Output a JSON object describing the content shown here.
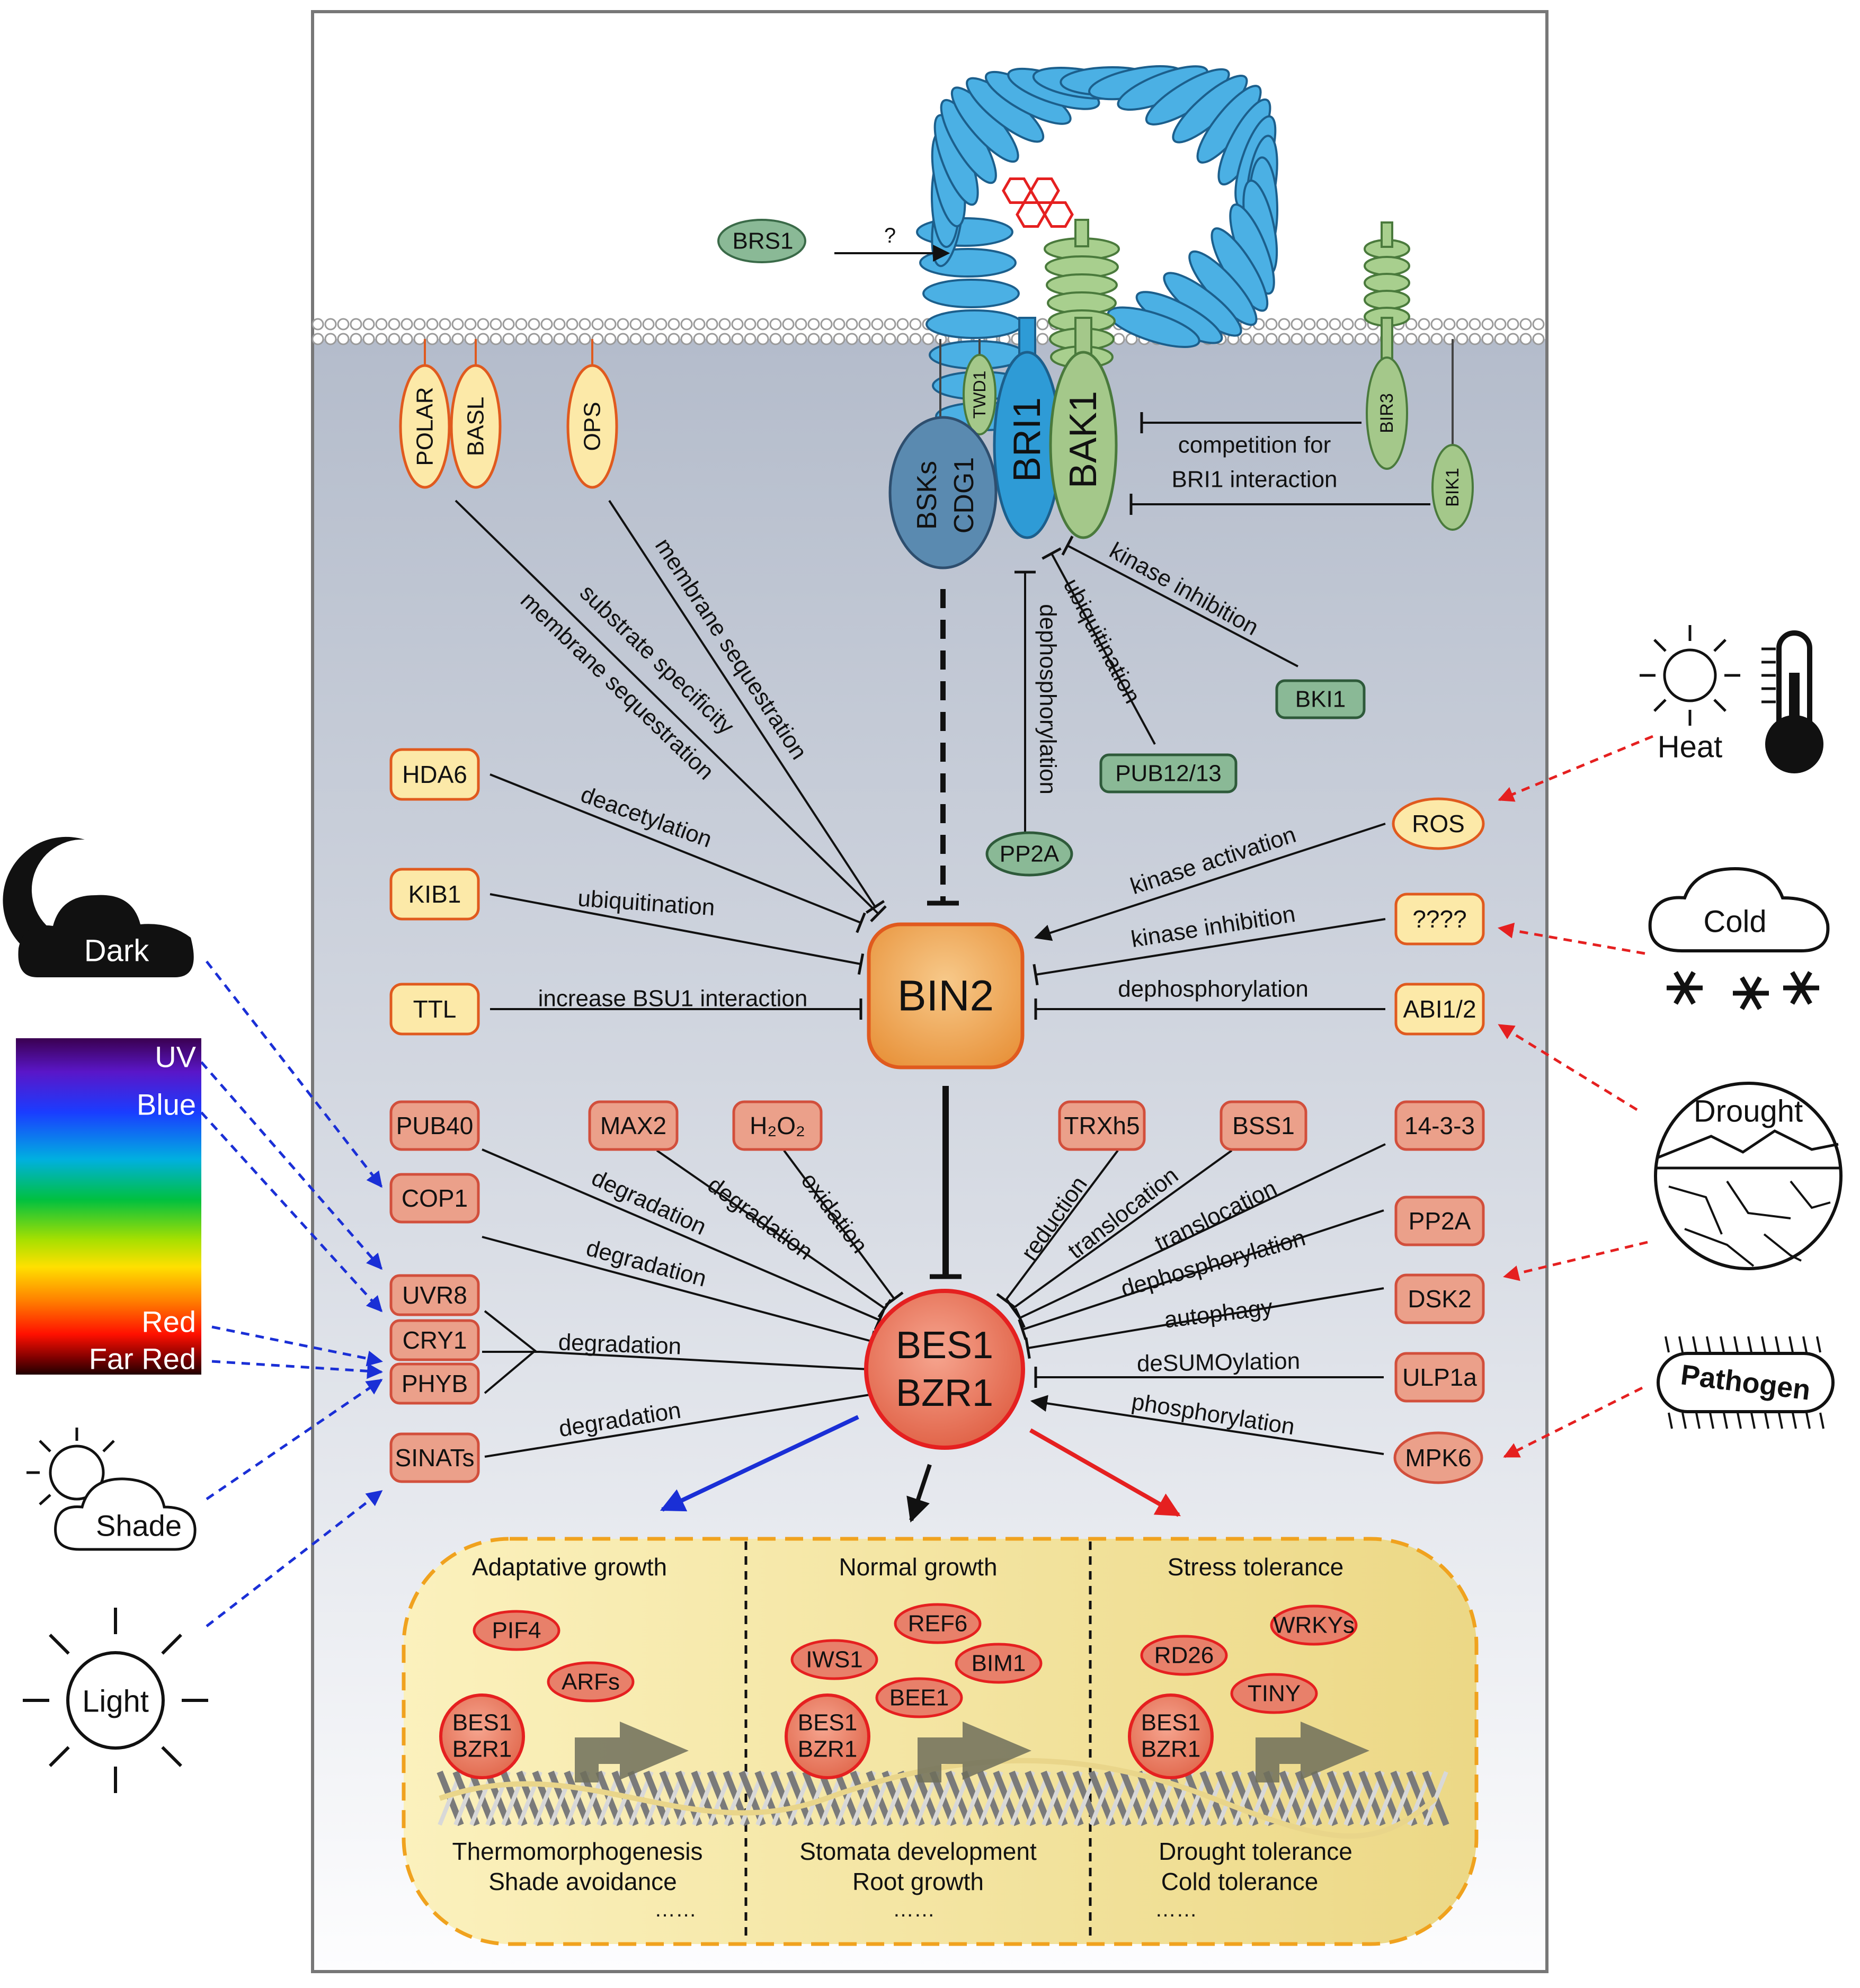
{
  "receptor": {
    "brs1": "BRS1",
    "question": "?",
    "bri1": "BRI1",
    "bak1": "BAK1",
    "twd1": "TWD1",
    "bsks": "BSKs",
    "cdg1": "CDG1",
    "bir3": "BIR3",
    "bik1": "BIK1",
    "competition_line1": "competition for",
    "competition_line2": "BRI1 interaction",
    "kinase_inhibition": "kinase inhibition",
    "ubiquitination": "ubiquitination",
    "dephosphorylation": "dephosphorylation",
    "bki1": "BKI1",
    "pub1213": "PUB12/13",
    "pp2a": "PP2A"
  },
  "membrane_proteins": {
    "polar": "POLAR",
    "basl": "BASL",
    "ops": "OPS",
    "substrate_specificity": "substrate specificity",
    "membrane_sequestration_a": "membrane sequestration",
    "membrane_sequestration_b": "membrane sequestration"
  },
  "bin2": {
    "label": "BIN2",
    "left": [
      {
        "name": "HDA6",
        "action": "deacetylation"
      },
      {
        "name": "KIB1",
        "action": "ubiquitination"
      },
      {
        "name": "TTL",
        "action": "increase BSU1 interaction"
      }
    ],
    "right": [
      {
        "name": "ROS",
        "action": "kinase activation"
      },
      {
        "name": "????",
        "action": "kinase inhibition"
      },
      {
        "name": "ABI1/2",
        "action": "dephosphorylation"
      }
    ]
  },
  "bes1": {
    "line1": "BES1",
    "line2": "BZR1",
    "top_left": [
      {
        "name": "PUB40",
        "action": "degradation"
      },
      {
        "name": "MAX2",
        "action": "degradation"
      },
      {
        "name": "H₂O₂",
        "action": "oxidation"
      }
    ],
    "left": [
      {
        "name": "COP1",
        "action": "degradation"
      },
      {
        "name": "UVR8"
      },
      {
        "name": "CRY1"
      },
      {
        "name": "PHYB"
      },
      {
        "name": "SINATs",
        "action": "degradation"
      }
    ],
    "light_group_action": "degradation",
    "top_right": [
      {
        "name": "TRXh5",
        "action": "reduction"
      },
      {
        "name": "BSS1",
        "action": "translocation"
      },
      {
        "name": "14-3-3",
        "action": "translocation"
      }
    ],
    "right": [
      {
        "name": "PP2A",
        "action": "dephosphorylation"
      },
      {
        "name": "DSK2",
        "action": "autophagy"
      },
      {
        "name": "ULP1a",
        "action": "deSUMOylation"
      },
      {
        "name": "MPK6",
        "action": "phosphorylation"
      }
    ]
  },
  "environment": {
    "dark": "Dark",
    "uv": "UV",
    "blue": "Blue",
    "red": "Red",
    "far_red": "Far Red",
    "shade": "Shade",
    "light": "Light",
    "heat": "Heat",
    "cold": "Cold",
    "drought": "Drought",
    "pathogen": "Pathogen"
  },
  "outputs": {
    "sections": [
      {
        "title": "Adaptative growth",
        "factors": [
          "PIF4",
          "ARFs"
        ],
        "effects": [
          "Thermomorphogenesis",
          "Shade avoidance"
        ]
      },
      {
        "title": "Normal growth",
        "factors": [
          "REF6",
          "IWS1",
          "BIM1",
          "BEE1"
        ],
        "effects": [
          "Stomata development",
          "Root growth"
        ]
      },
      {
        "title": "Stress tolerance",
        "factors": [
          "WRKYs",
          "RD26",
          "TINY"
        ],
        "effects": [
          "Drought tolerance",
          "Cold tolerance"
        ]
      }
    ],
    "tf_line1": "BES1",
    "tf_line2": "BZR1",
    "ellipsis": "……"
  },
  "colors": {
    "cytoplasm_top": "#b4bccb",
    "cytoplasm_bottom": "#fdfdfe",
    "yellow_box": "#fce9a8",
    "orange_border": "#e05a1e",
    "salmon_box": "#eba08a",
    "salmon_border": "#d24f3c",
    "green_box": "#8ab996",
    "bri1_blue": "#2e9bd6",
    "bak1_green": "#a4c88a",
    "bsk_blue": "#5a8ab0",
    "bin2_orange": "#f2a556",
    "bes1_red": "#e76e52",
    "nucleus_yellow": "#f5e79a",
    "dashed_red": "#e52020",
    "dashed_blue": "#1a2fd6"
  }
}
